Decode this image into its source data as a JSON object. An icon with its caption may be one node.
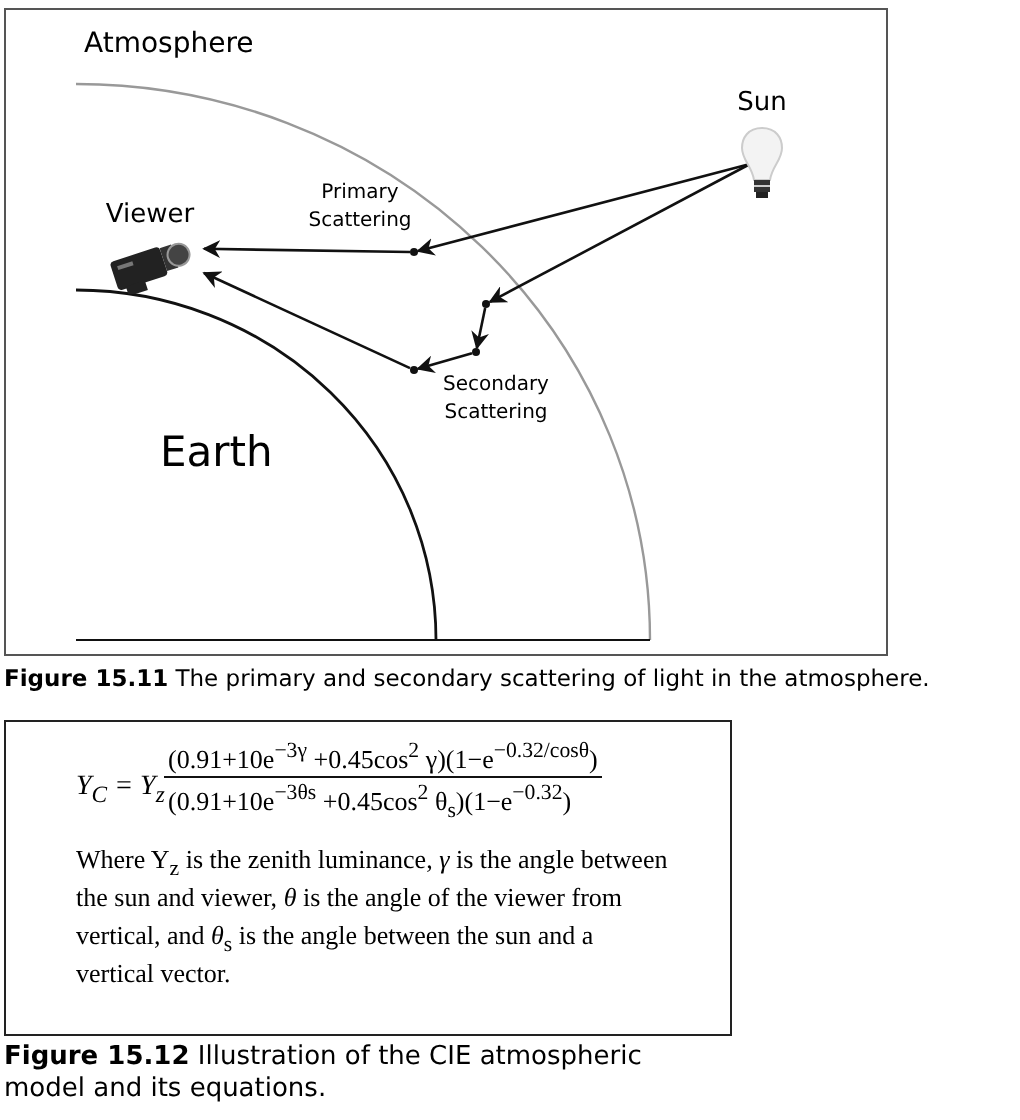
{
  "diagram": {
    "caption": "**Figure 15.11** The primary and secondary scattering of light in the atmosphere.",
    "nodes": [
      {
        "text": [
          "Viewer"
        ]
      },
      {
        "text": [
          "Sun"
        ]
      },
      {
        "text": [],
        "shape": "point",
        "beside": [
          "Primary Scattering"
        ]
      },
      {
        "text": [],
        "shape": "point"
      },
      {
        "text": [],
        "shape": "point"
      },
      {
        "text": [],
        "shape": "point",
        "beside": [
          "Secondary Scattering"
        ]
      }
    ],
    "edges": [
      {
        "from": 1,
        "to": 2,
        "arrow": "to"
      },
      {
        "from": 2,
        "to": 0,
        "arrow": "to"
      },
      {
        "from": 1,
        "to": 3,
        "arrow": "to"
      },
      {
        "from": 3,
        "to": 4,
        "arrow": "to"
      },
      {
        "from": 4,
        "to": 5,
        "arrow": "to"
      },
      {
        "from": 5,
        "to": 0,
        "arrow": "to"
      }
    ],
    "labels": [
      "Atmosphere",
      "Earth",
      "Y$_{C}$ = Y$_{z}$",
      "(0.91+10e$^{−3γ}$ +0.45cos$^{2}$ γ)(1−e$^{−0.32/cosθ}$)",
      "(0.91+10e$^{−3θs}$ +0.45cos$^{2}$ θ$_{s}$)(1−e$^{−0.32}$)",
      "Where Y$_{z}$ is the zenith luminance, *γ* is the angle between the sun and viewer, *θ* is the angle of the viewer from vertical, and *θ*$_{s}$ is the angle between the sun and a vertical vector.",
      "**Figure 15.12** Illustration of the CIE atmospheric model and its equations."
    ]
  }
}
